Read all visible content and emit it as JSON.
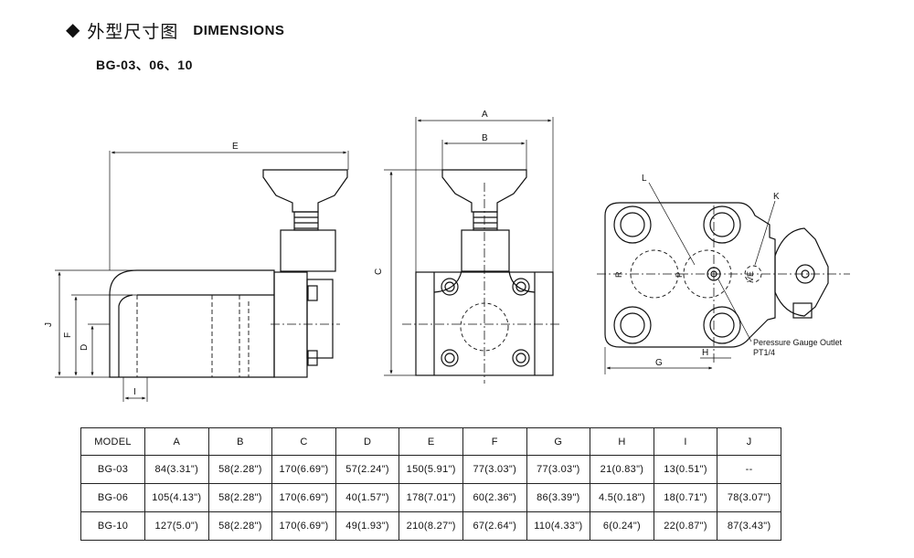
{
  "header": {
    "marker": "◆",
    "title_cn": "外型尺寸图",
    "title_en": "DIMENSIONS",
    "subtitle": "BG-03、06、10"
  },
  "drawing": {
    "labels": {
      "A": "A",
      "B": "B",
      "C": "C",
      "D": "D",
      "E": "E",
      "F": "F",
      "G": "G",
      "H": "H",
      "I": "I",
      "J": "J",
      "K": "K",
      "L": "L",
      "R": "R",
      "P": "P",
      "VE": "VE",
      "gauge_line1": "Peressure Gauge Outlet",
      "gauge_line2": "PT1/4"
    }
  },
  "table": {
    "headers": [
      "MODEL",
      "A",
      "B",
      "C",
      "D",
      "E",
      "F",
      "G",
      "H",
      "I",
      "J"
    ],
    "rows": [
      [
        "BG-03",
        "84(3.31\")",
        "58(2.28\")",
        "170(6.69\")",
        "57(2.24\")",
        "150(5.91\")",
        "77(3.03\")",
        "77(3.03\")",
        "21(0.83\")",
        "13(0.51\")",
        "--"
      ],
      [
        "BG-06",
        "105(4.13\")",
        "58(2.28\")",
        "170(6.69\")",
        "40(1.57\")",
        "178(7.01\")",
        "60(2.36\")",
        "86(3.39\")",
        "4.5(0.18\")",
        "18(0.71\")",
        "78(3.07\")"
      ],
      [
        "BG-10",
        "127(5.0\")",
        "58(2.28\")",
        "170(6.69\")",
        "49(1.93\")",
        "210(8.27\")",
        "67(2.64\")",
        "110(4.33\")",
        "6(0.24\")",
        "22(0.87\")",
        "87(3.43\")"
      ]
    ]
  }
}
